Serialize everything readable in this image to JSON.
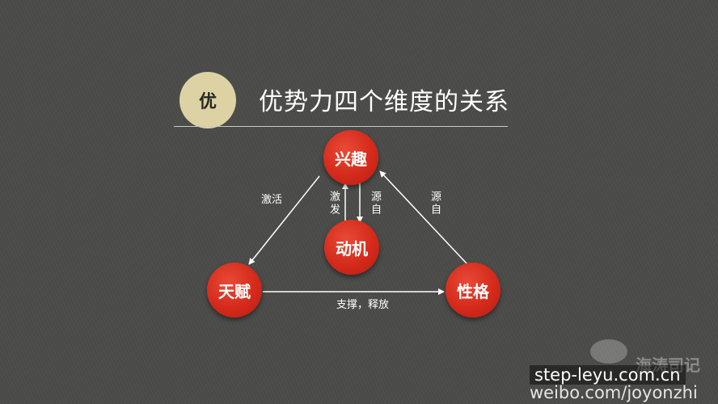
{
  "header": {
    "badge": "优",
    "title": "优势力四个维度的关系"
  },
  "nodes": {
    "interest": "兴趣",
    "motivation": "动机",
    "talent": "天赋",
    "personality": "性格"
  },
  "labels": {
    "talent_to_interest": "激活",
    "interest_motivation_left": "激发",
    "interest_motivation_right": "源自",
    "personality_to_interest": "源自",
    "talent_to_personality": "支撑，释放"
  },
  "watermark": {
    "cn": "海涛司记",
    "url": "step-leyu.com.cn",
    "weibo": "weibo.com/joyonzhi"
  },
  "colors": {
    "background": "#4a4b48",
    "node": "#d52a1b",
    "badge": "#ddd2a4"
  }
}
